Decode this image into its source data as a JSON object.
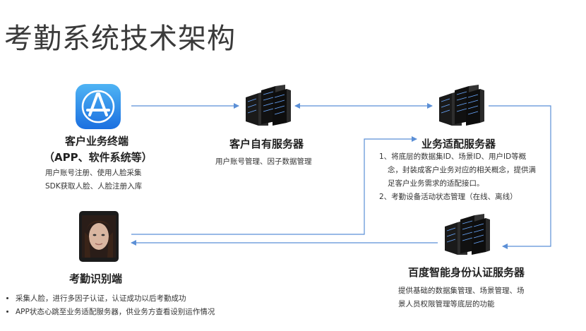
{
  "title": "考勤系统技术架构",
  "nodes": {
    "client_terminal": {
      "title": "客户业务终端",
      "subtitle": "（APP、软件系统等）",
      "desc": [
        "用户账号注册、使用人脸采集",
        "SDK获取人脸、人脸注册入库"
      ]
    },
    "client_server": {
      "title": "客户自有服务器",
      "desc": "用户账号管理、因子数据管理"
    },
    "adapter_server": {
      "title": "业务适配服务器",
      "desc": [
        "1、将底层的数据集ID、场景ID、用户ID等概",
        "念，封装成客户业务对应的相关概念，提供满",
        "足客户业务需求的适配接口。",
        "2、考勤设备活动状态管理（在线、离线）"
      ]
    },
    "attendance_terminal": {
      "title": "考勤识别端",
      "bullets": [
        "采集人脸，进行多因子认证，认证成功以后考勤成功",
        "APP状态心跳至业务适配服务器，供业务方查看设别运作情况"
      ]
    },
    "baidu_server": {
      "title": "百度智能身份认证服务器",
      "desc": [
        "提供基础的数据集管理、场景管理、场",
        "景人员权限管理等底层的功能"
      ]
    }
  },
  "icons": [
    "app-store-icon",
    "server-rack-icon",
    "tablet-face-icon"
  ],
  "colors": {
    "arrow": "#5b8fd6",
    "appstore_top": "#4fb4f4",
    "appstore_bottom": "#1b6fe0"
  }
}
